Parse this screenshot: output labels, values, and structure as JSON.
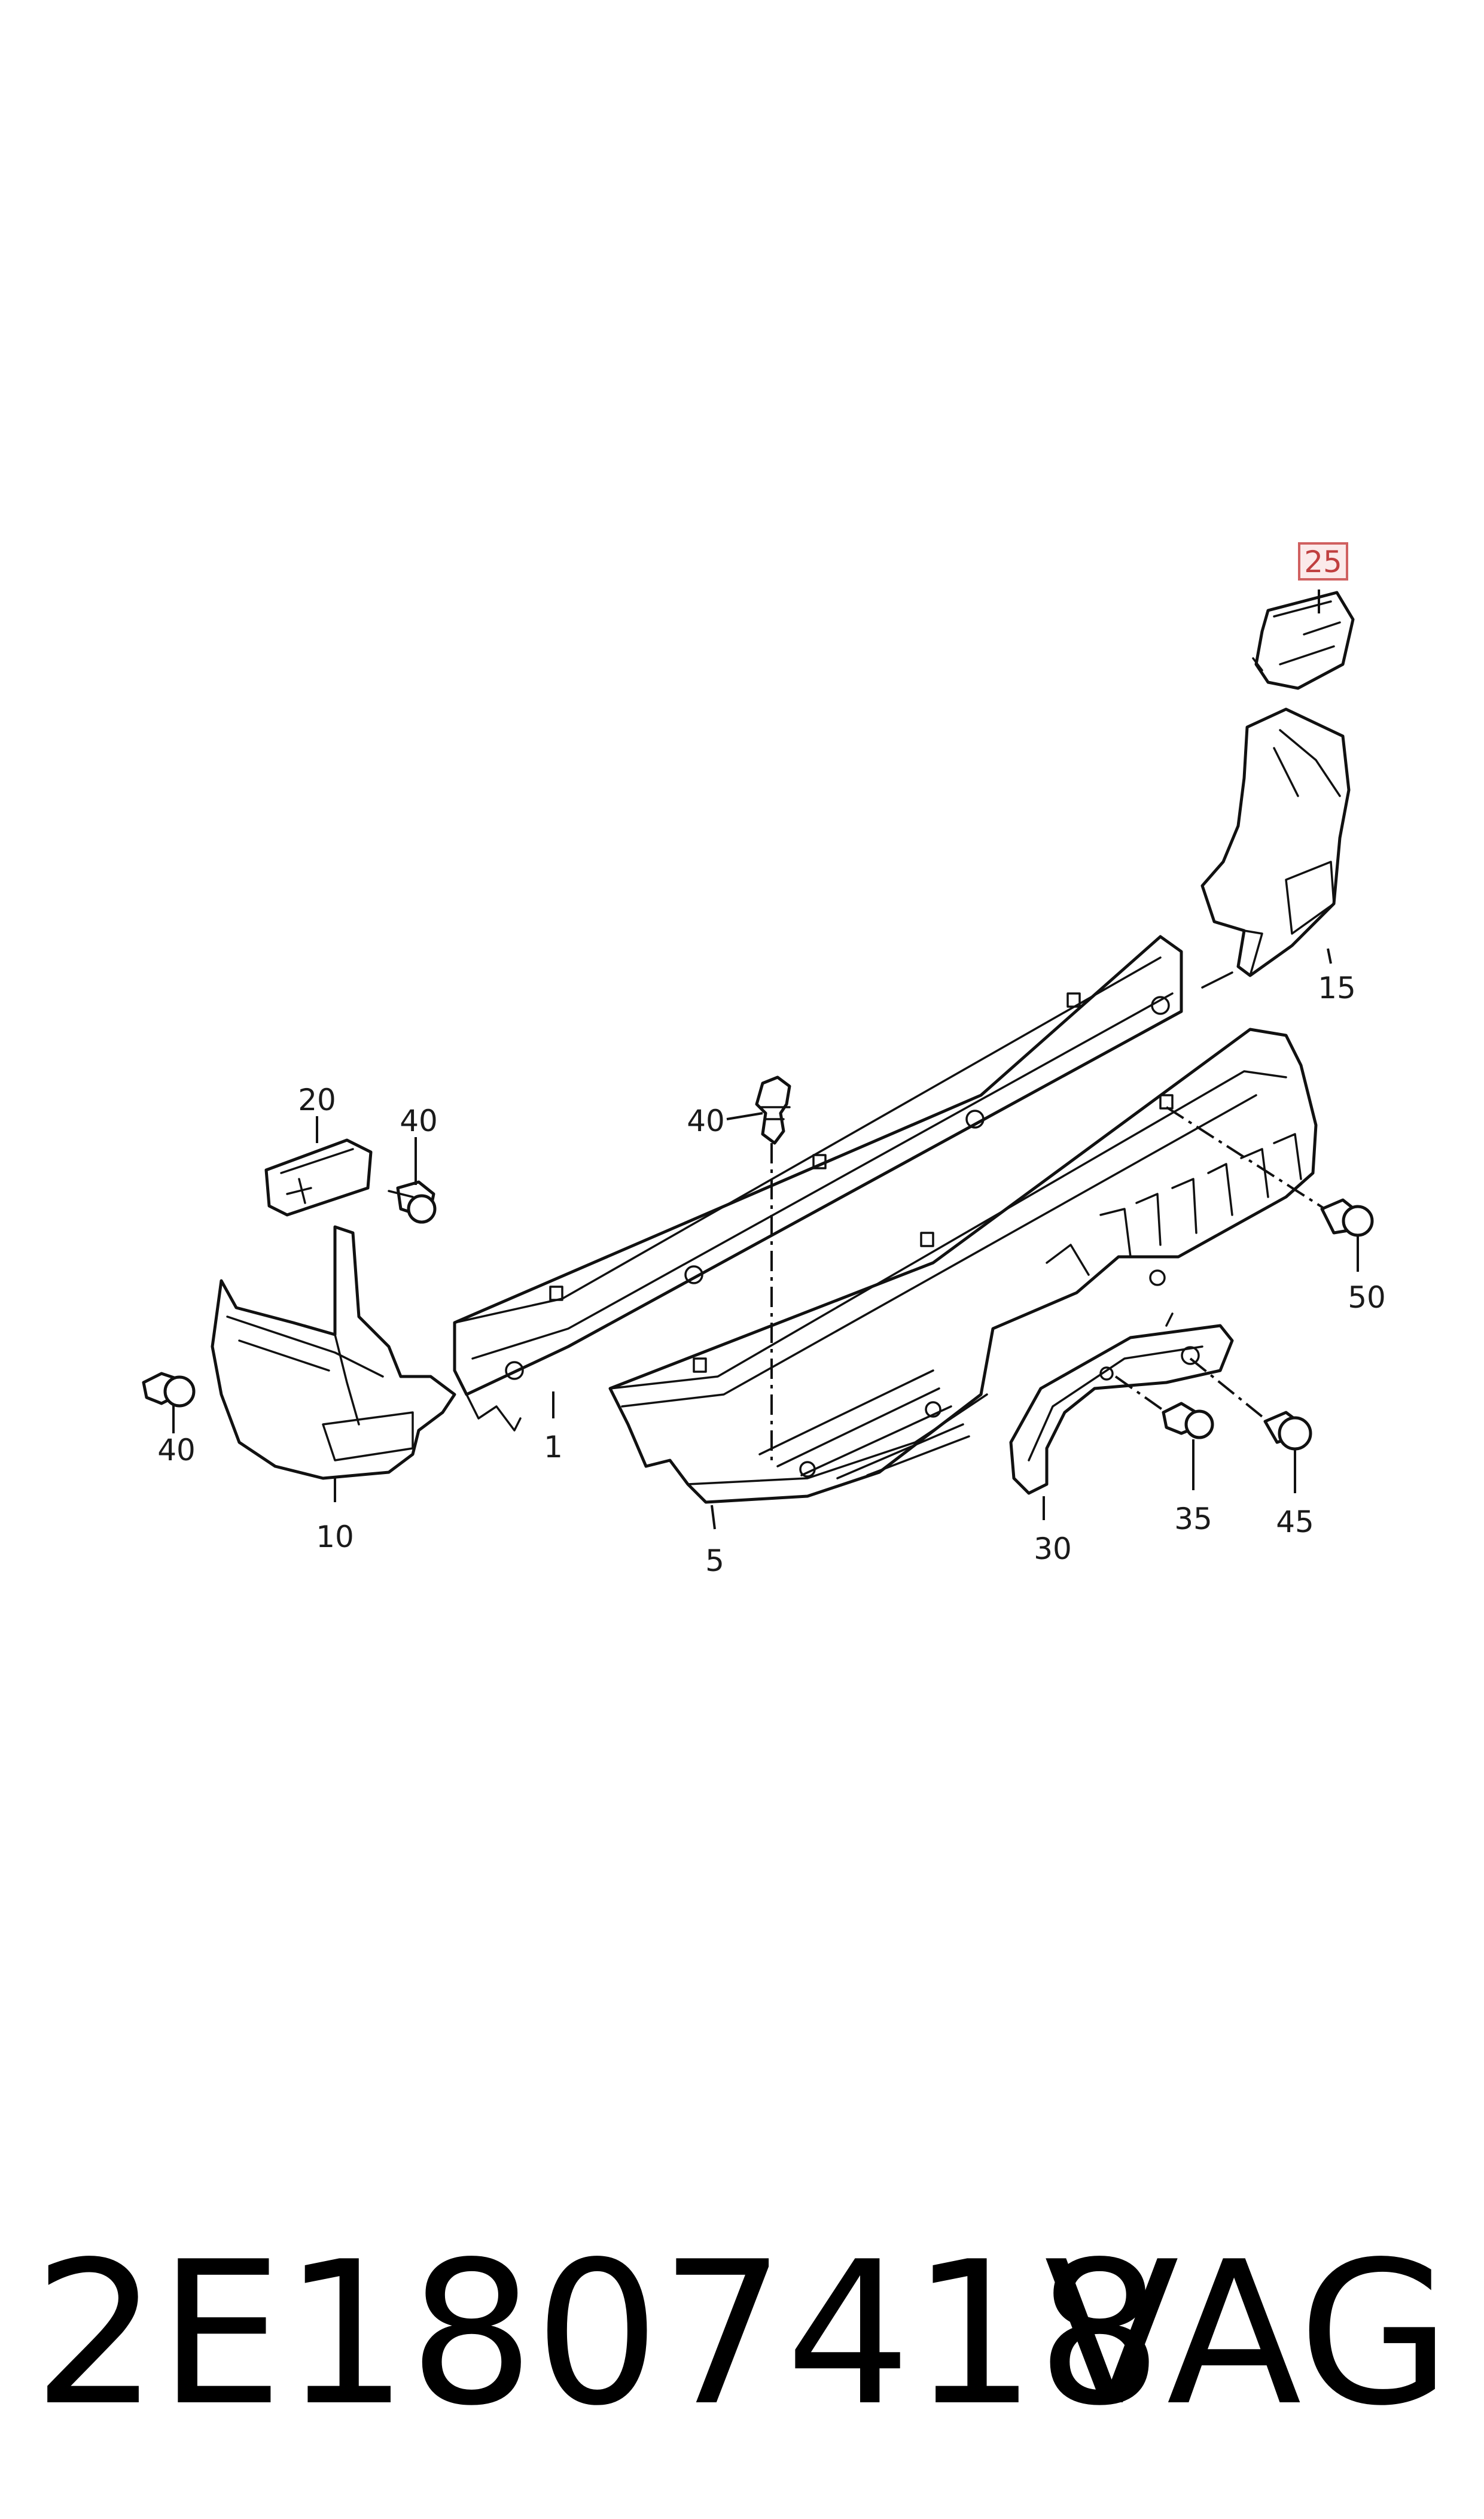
{
  "callouts": {
    "c1": "1",
    "c5": "5",
    "c10": "10",
    "c15": "15",
    "c20": "20",
    "c25": "25",
    "c30": "30",
    "c35": "35",
    "c40a": "40",
    "c40b": "40",
    "c40c": "40",
    "c45": "45",
    "c50": "50"
  },
  "highlighted_callout": "25",
  "highlight_color": "#d06060",
  "footer": {
    "part_number": "2E1807418",
    "brand": "VAG"
  }
}
